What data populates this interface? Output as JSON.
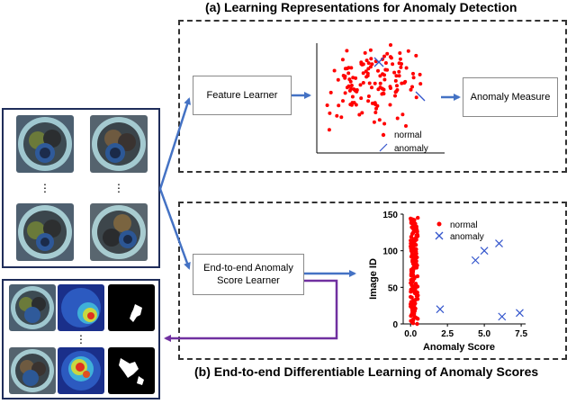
{
  "titles": {
    "top": "(a) Learning Representations for Anomaly Detection",
    "bottom": "(b) End-to-end Differentiable Learning of Anomaly Scores"
  },
  "boxes": {
    "feature_learner": "Feature Learner",
    "anomaly_measure": "Anomaly Measure",
    "score_learner_line1": "End-to-end Anomaly",
    "score_learner_line2": "Score Learner"
  },
  "scatter_legend": {
    "normal": "normal",
    "anomaly": "anomaly"
  },
  "icons": [
    "vertical-ellipsis-icon",
    "arrow-icon"
  ],
  "colors": {
    "normal": "#ff0000",
    "anomaly": "#3355cc",
    "arrow_blue": "#4472c4",
    "arrow_purple": "#7030a0",
    "frame": "#1f2d5a"
  },
  "chart_data": [
    {
      "type": "scatter",
      "title": "",
      "xlabel": "",
      "ylabel": "",
      "axes_ticks": false,
      "series": [
        {
          "name": "normal",
          "marker": "dot",
          "approx_count": 150
        },
        {
          "name": "anomaly",
          "marker": "cross",
          "approx_count": 2
        }
      ],
      "legend": "bottom-right"
    },
    {
      "type": "scatter",
      "title": "",
      "xlabel": "Anomaly Score",
      "ylabel": "Image ID",
      "xticks": [
        "0.0",
        "2.5",
        "5.0",
        "7.5"
      ],
      "yticks": [
        "0",
        "50",
        "100",
        "150"
      ],
      "xlim": [
        -0.5,
        7.8
      ],
      "ylim": [
        0,
        150
      ],
      "grid": false,
      "legend": "top-right",
      "series": [
        {
          "name": "normal",
          "marker": "dot",
          "x_range": [
            0.0,
            0.5
          ],
          "y_range": [
            0,
            145
          ]
        },
        {
          "name": "anomaly",
          "marker": "cross",
          "x": [
            2.0,
            4.4,
            5.0,
            6.0,
            6.2,
            7.4
          ],
          "y": [
            20,
            87,
            100,
            110,
            10,
            15
          ]
        }
      ]
    }
  ]
}
